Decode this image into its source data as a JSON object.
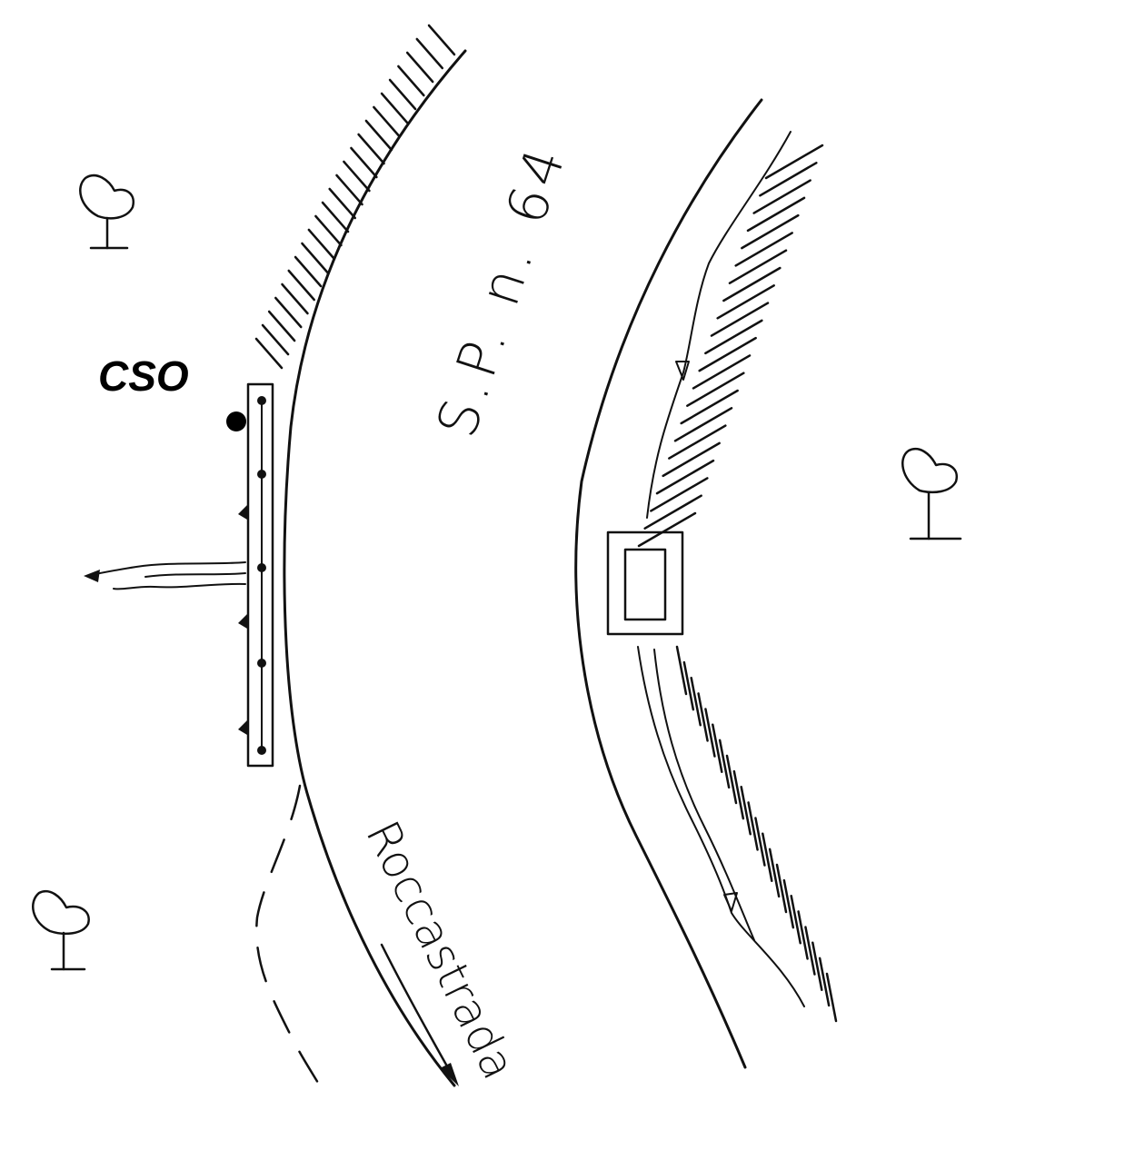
{
  "labels": {
    "station": "CSO",
    "road_name": "S.P. n. 64",
    "direction": "Roccastrada"
  },
  "colors": {
    "ink": "#111111",
    "background": "#ffffff"
  },
  "icons": {
    "tree": "tree-icon",
    "flow_arrow": "arrow-icon",
    "culvert": "culvert-box"
  }
}
